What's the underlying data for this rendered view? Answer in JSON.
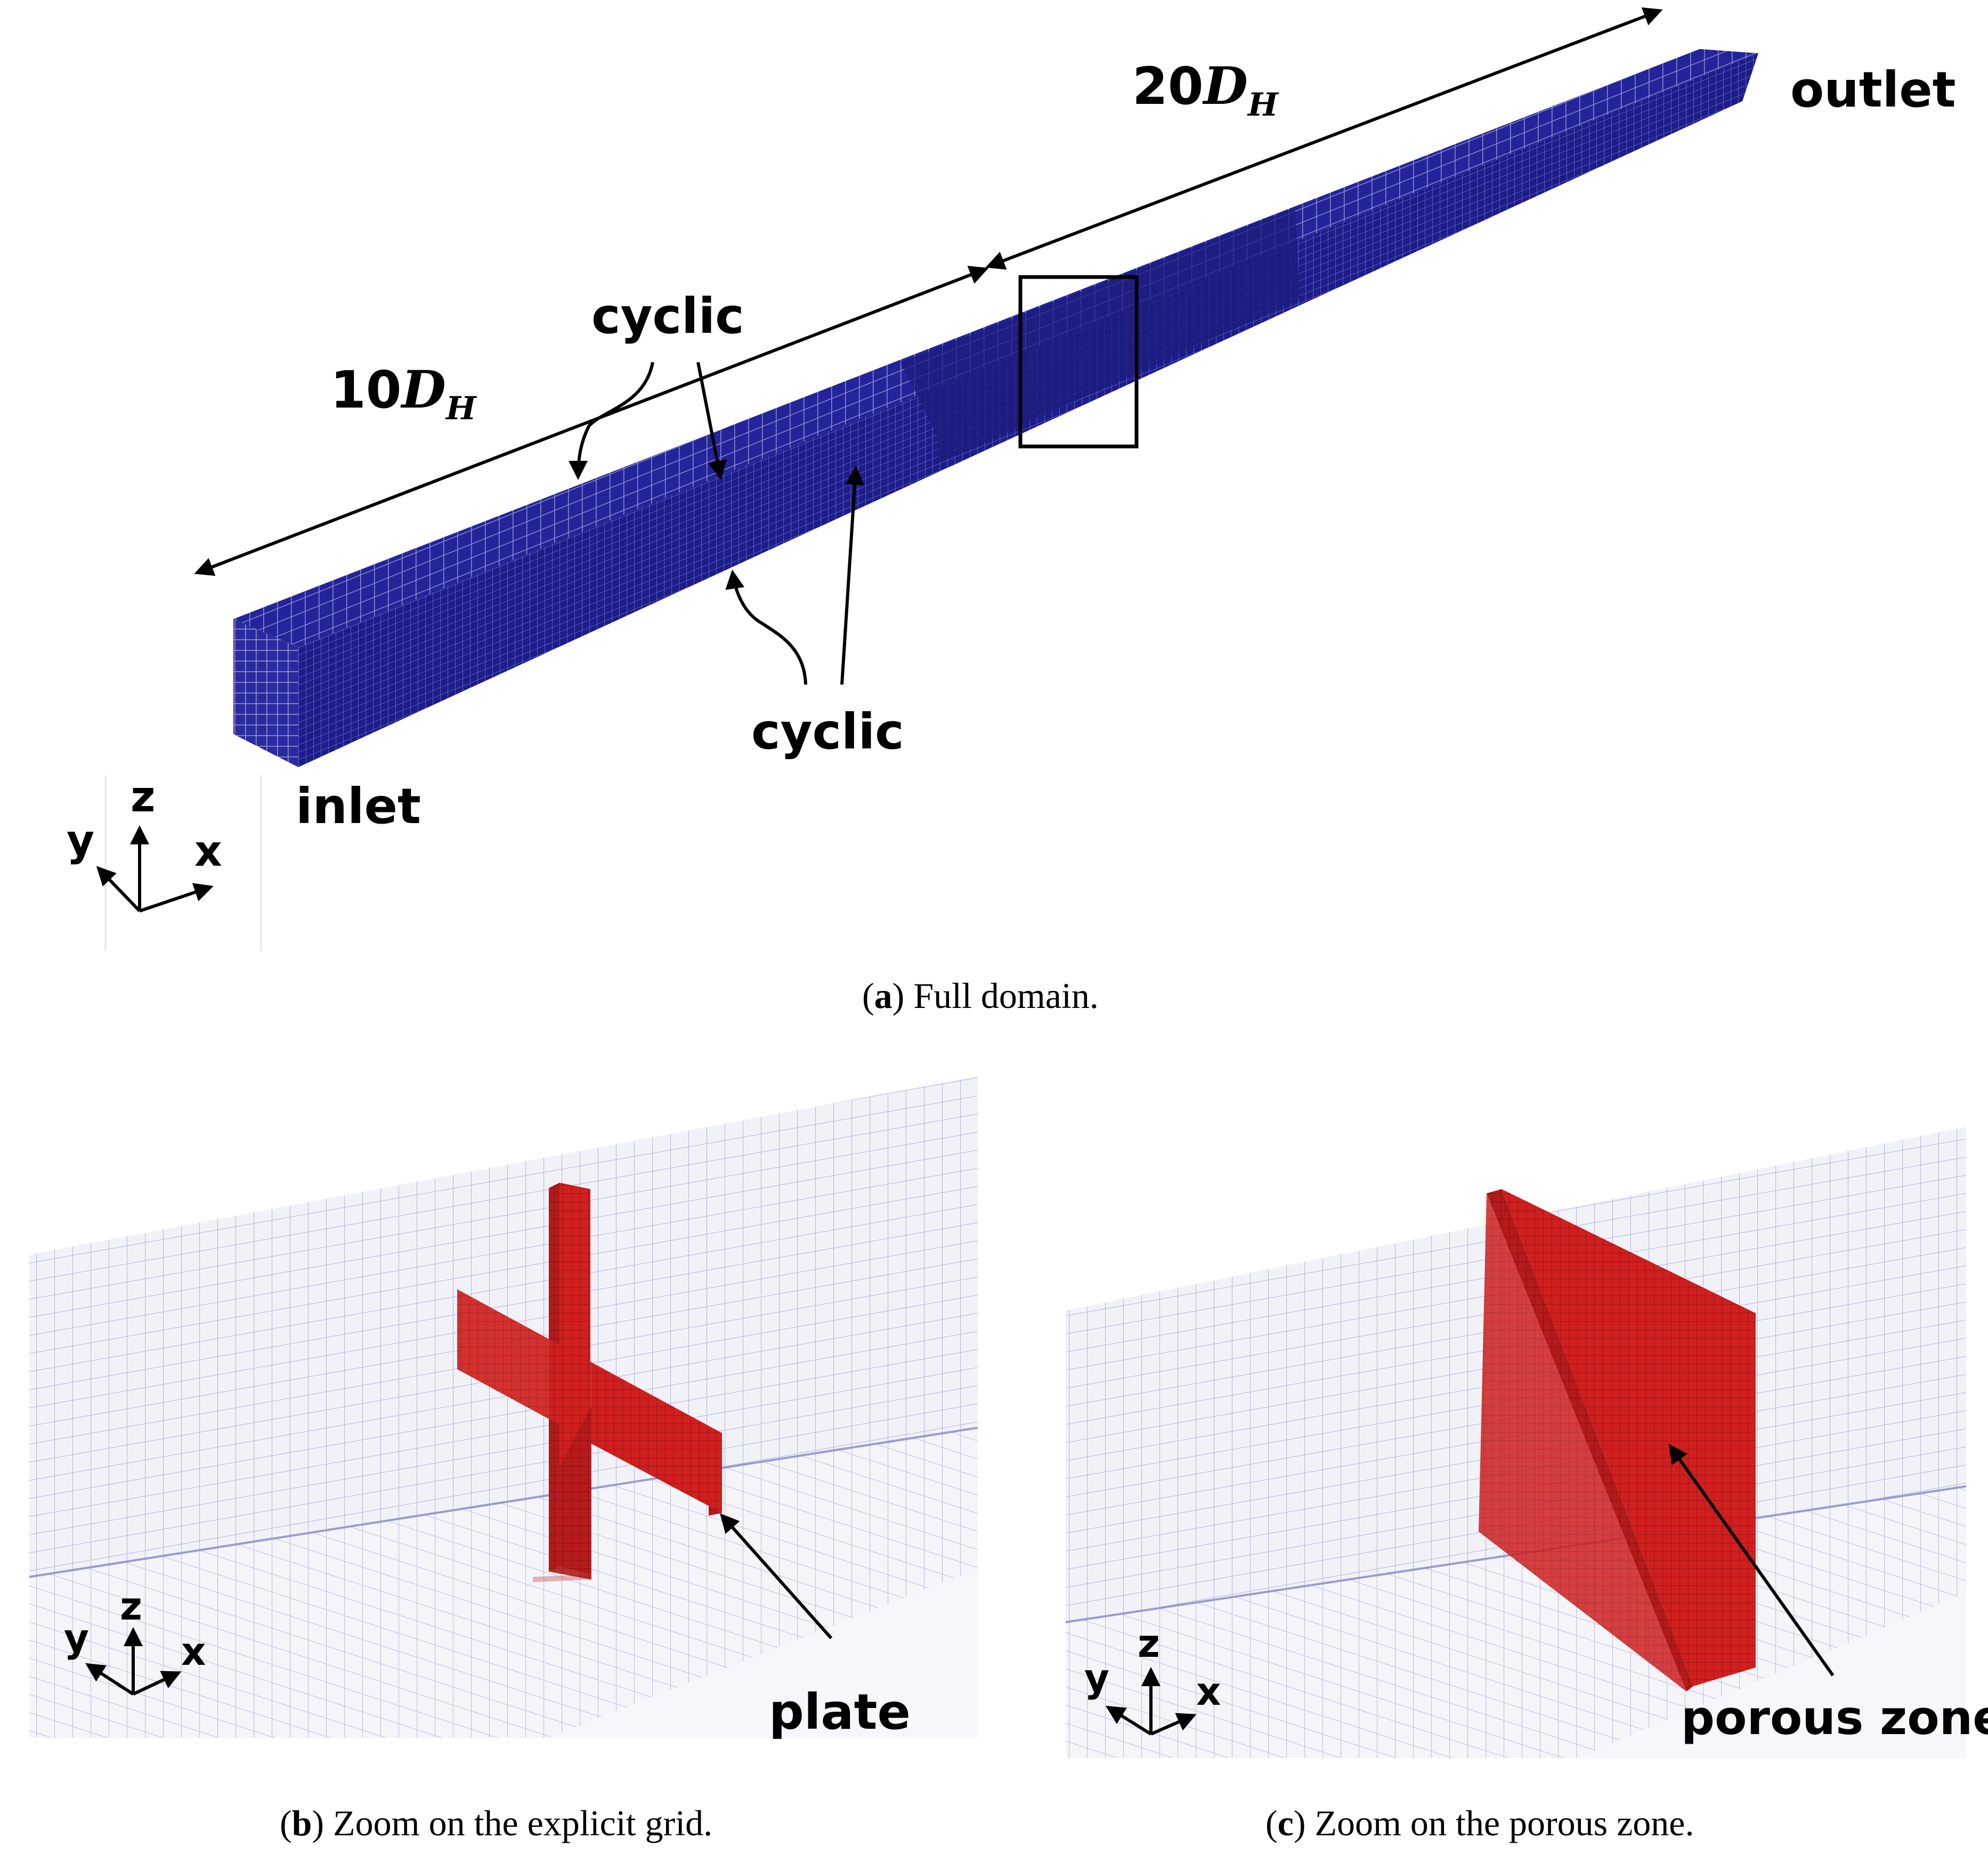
{
  "panel_a": {
    "labels": {
      "inlet": "inlet",
      "outlet": "outlet",
      "cyclic_top": "cyclic",
      "cyclic_bottom": "cyclic",
      "dim_10": "10",
      "dim_20": "20",
      "dim_var": "D",
      "dim_sub": "H"
    },
    "axes": {
      "x": "x",
      "y": "y",
      "z": "z"
    },
    "caption": {
      "letter": "a",
      "text": " Full domain."
    }
  },
  "panel_b": {
    "labels": {
      "plate": "plate"
    },
    "axes": {
      "x": "x",
      "y": "y",
      "z": "z"
    },
    "caption": {
      "letter": "b",
      "text": " Zoom on the explicit grid."
    }
  },
  "panel_c": {
    "labels": {
      "porous": "porous zone"
    },
    "axes": {
      "x": "x",
      "y": "y",
      "z": "z"
    },
    "caption": {
      "letter": "c",
      "text": " Zoom on the porous zone."
    }
  },
  "colors": {
    "mesh_blue": "#1a1a8c",
    "mesh_light": "#a9a9d8",
    "solid_red": "#c41c1c",
    "background_light": "#eeeef6"
  }
}
